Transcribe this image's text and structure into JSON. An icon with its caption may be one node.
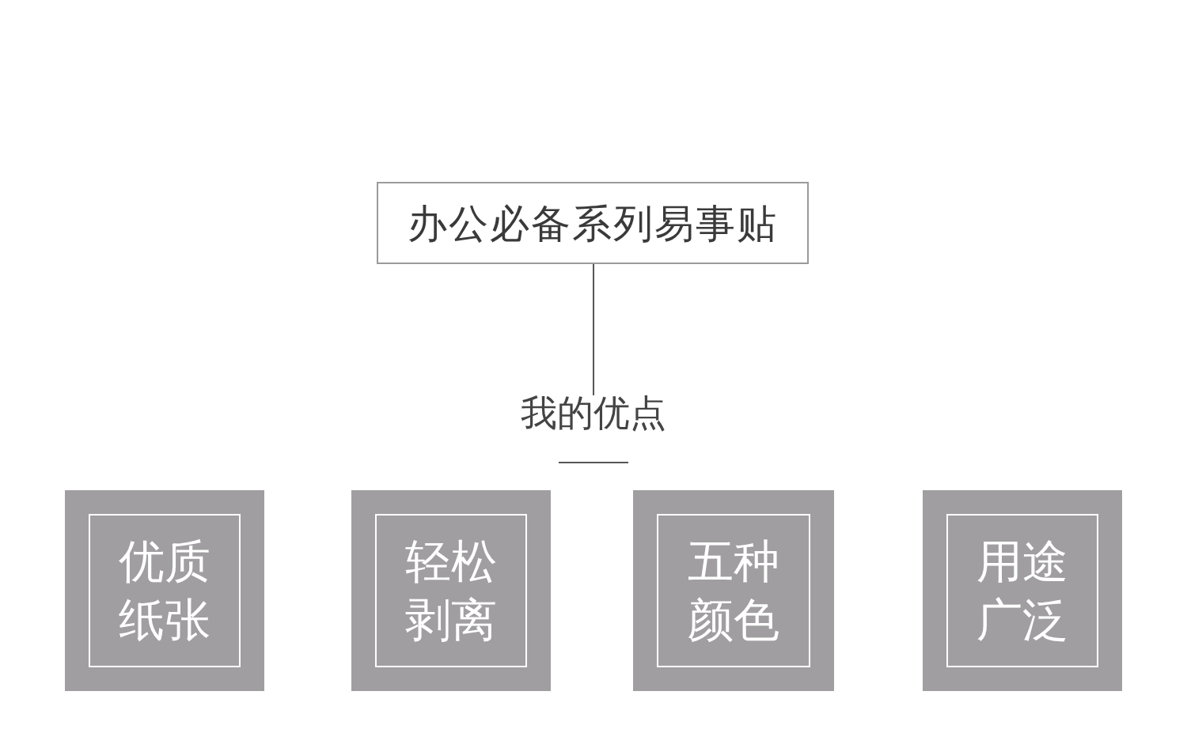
{
  "diagram": {
    "nodes": [
      {
        "text": [
          "办公必备系列易事贴"
        ]
      },
      {
        "text": [
          "我的优点"
        ]
      },
      {
        "text": [
          "优质纸张"
        ]
      },
      {
        "text": [
          "轻松剥离"
        ]
      },
      {
        "text": [
          "五种颜色"
        ]
      },
      {
        "text": [
          "用途广泛"
        ]
      }
    ],
    "edges": [
      {
        "from": 0,
        "to": 1,
        "arrow": "none"
      }
    ]
  }
}
